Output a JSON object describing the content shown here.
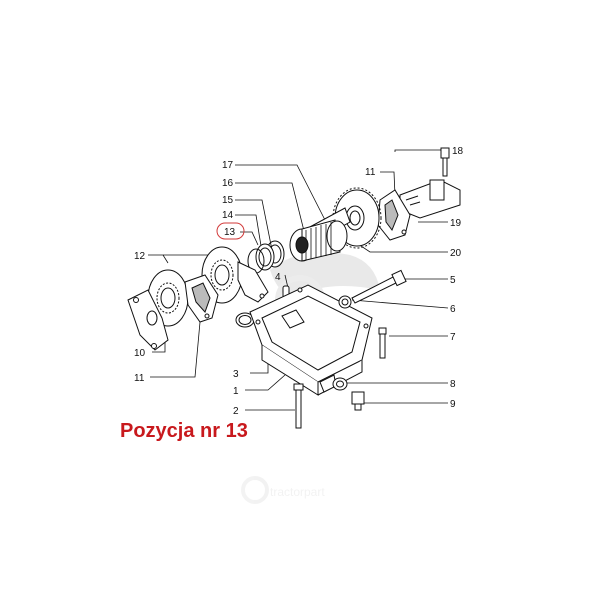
{
  "caption": "Pozycja nr 13",
  "watermark": "tractorpart",
  "highlight_color": "#d23a3a",
  "caption_color": "#c8191d",
  "labels": {
    "l1": "1",
    "l2": "2",
    "l3": "3",
    "l4": "4",
    "l5": "5",
    "l6": "6",
    "l7": "7",
    "l8": "8",
    "l9": "9",
    "l10": "10",
    "l11a": "11",
    "l11b": "11",
    "l12": "12",
    "l13": "13",
    "l14": "14",
    "l15": "15",
    "l16": "16",
    "l17": "17",
    "l18": "18",
    "l19": "19",
    "l20": "20"
  }
}
